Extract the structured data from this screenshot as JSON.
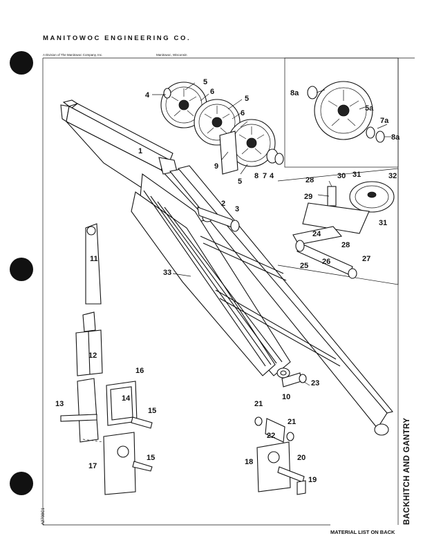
{
  "header": {
    "company": "MANITOWOC ENGINEERING CO.",
    "division": "A Division of The Manitowoc Company, Inc.",
    "location": "Manitowoc, Wisconsin"
  },
  "side_title": "BACKHITCH AND GANTRY",
  "footer_note": "MATERIAL LIST ON BACK",
  "doc_code": "A2708C1",
  "callouts": {
    "c1": "1",
    "c2": "2",
    "c3": "3",
    "c4a": "4",
    "c4b": "4",
    "c5a": "5",
    "c5b": "5",
    "c5c": "5",
    "c5aa": "5a",
    "c6a": "6",
    "c6b": "6",
    "c7": "7",
    "c7a": "7a",
    "c8": "8",
    "c8a": "8a",
    "c8b": "8a",
    "c9": "9",
    "c10": "10",
    "c11": "11",
    "c12": "12",
    "c13": "13",
    "c14": "14",
    "c15a": "15",
    "c15b": "15",
    "c16": "16",
    "c17": "17",
    "c18": "18",
    "c19": "19",
    "c20": "20",
    "c21a": "21",
    "c21b": "21",
    "c22": "22",
    "c23": "23",
    "c24": "24",
    "c25": "25",
    "c26": "26",
    "c27": "27",
    "c28a": "28",
    "c28b": "28",
    "c29": "29",
    "c30": "30",
    "c31a": "31",
    "c31b": "31",
    "c32": "32",
    "c33": "33"
  }
}
